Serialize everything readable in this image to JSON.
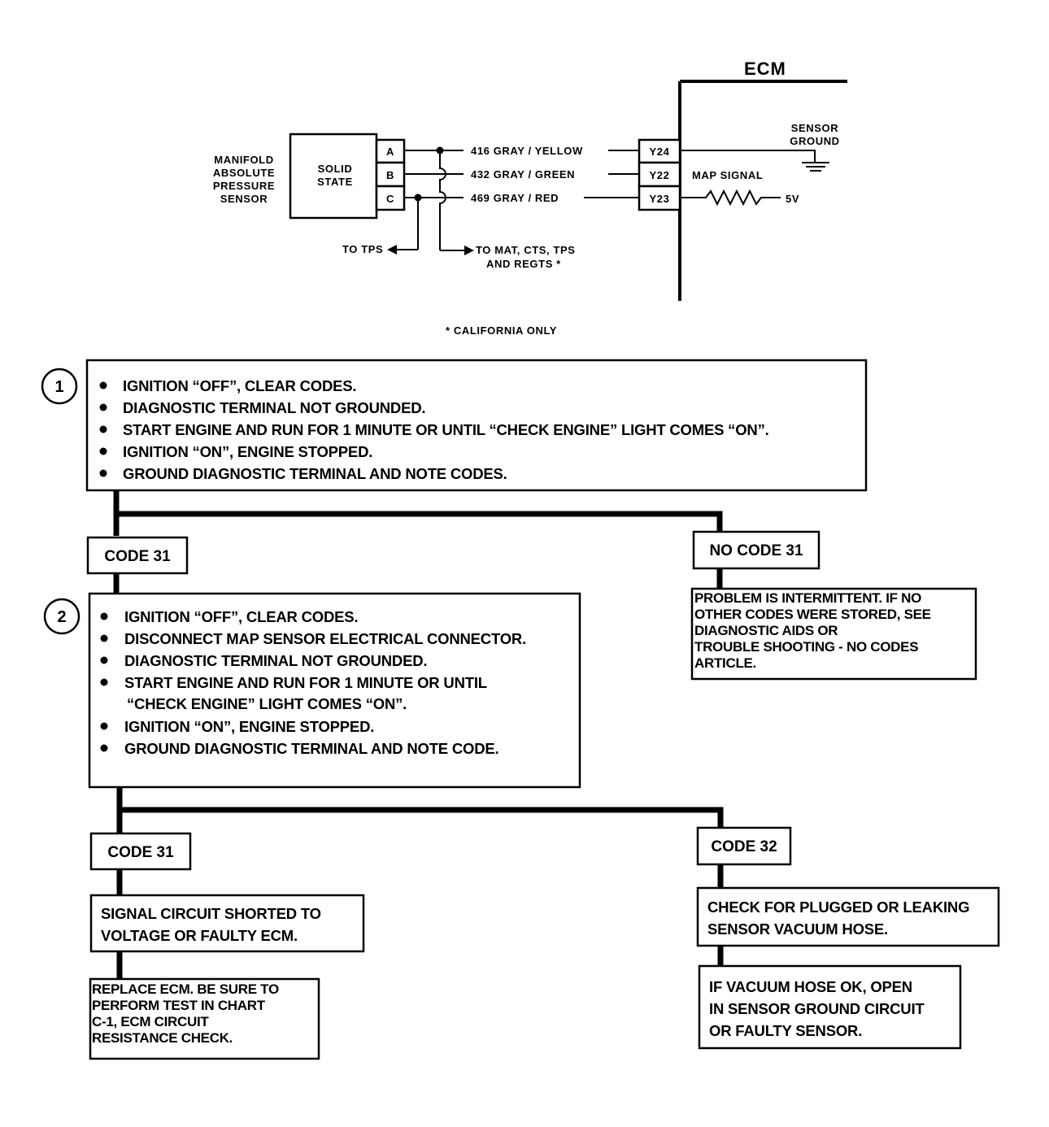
{
  "circuit": {
    "ecm_label": "ECM",
    "sensor_label_lines": [
      "MANIFOLD",
      "ABSOLUTE",
      "PRESSURE",
      "SENSOR"
    ],
    "solid_state_lines": [
      "SOLID",
      "STATE"
    ],
    "pins": [
      "A",
      "B",
      "C"
    ],
    "wires": [
      "416 GRAY / YELLOW",
      "432 GRAY / GREEN",
      "469 GRAY / RED"
    ],
    "ecm_pins": [
      "Y24",
      "Y22",
      "Y23"
    ],
    "sensor_ground_lines": [
      "SENSOR",
      "GROUND"
    ],
    "map_signal": "MAP SIGNAL",
    "five_volt": "5V",
    "to_tps": "TO TPS",
    "to_mat_lines": [
      "TO MAT, CTS, TPS",
      "AND REGTS *"
    ],
    "footnote": "* CALIFORNIA ONLY"
  },
  "chart": {
    "step1": {
      "number": "1",
      "items": [
        "IGNITION “OFF”, CLEAR CODES.",
        "DIAGNOSTIC TERMINAL NOT GROUNDED.",
        "START ENGINE  AND RUN FOR 1 MINUTE OR UNTIL “CHECK ENGINE” LIGHT COMES “ON”.",
        "IGNITION “ON”, ENGINE STOPPED.",
        "GROUND DIAGNOSTIC TERMINAL AND NOTE CODES."
      ]
    },
    "code31_a": "CODE 31",
    "no_code31": "NO CODE 31",
    "intermittent_lines": [
      "PROBLEM IS INTERMITTENT. IF NO",
      "OTHER CODES WERE STORED, SEE",
      "DIAGNOSTIC AIDS OR",
      "TROUBLE SHOOTING  -  NO CODES",
      "ARTICLE."
    ],
    "step2": {
      "number": "2",
      "items": [
        "IGNITION “OFF”, CLEAR CODES.",
        "DISCONNECT MAP SENSOR ELECTRICAL CONNECTOR.",
        "DIAGNOSTIC TERMINAL NOT GROUNDED.",
        "START  ENGINE AND RUN FOR 1 MINUTE OR UNTIL",
        "IGNITION “ON”, ENGINE STOPPED.",
        "GROUND DIAGNOSTIC TERMINAL AND NOTE CODE."
      ],
      "continuation": "“CHECK ENGINE” LIGHT COMES “ON”."
    },
    "code31_b": "CODE 31",
    "code32": "CODE 32",
    "signal_lines": [
      "SIGNAL CIRCUIT  SHORTED TO",
      "VOLTAGE OR FAULTY ECM."
    ],
    "replace_lines": [
      "REPLACE ECM. BE SURE TO",
      "PERFORM TEST IN CHART",
      "C-1, ECM CIRCUIT",
      "RESISTANCE CHECK."
    ],
    "check_hose_lines": [
      "CHECK FOR PLUGGED OR LEAKING",
      "SENSOR VACUUM HOSE."
    ],
    "vacuum_ok_lines": [
      "IF VACUUM HOSE OK, OPEN",
      "IN SENSOR GROUND CIRCUIT",
      "OR FAULTY SENSOR."
    ]
  }
}
